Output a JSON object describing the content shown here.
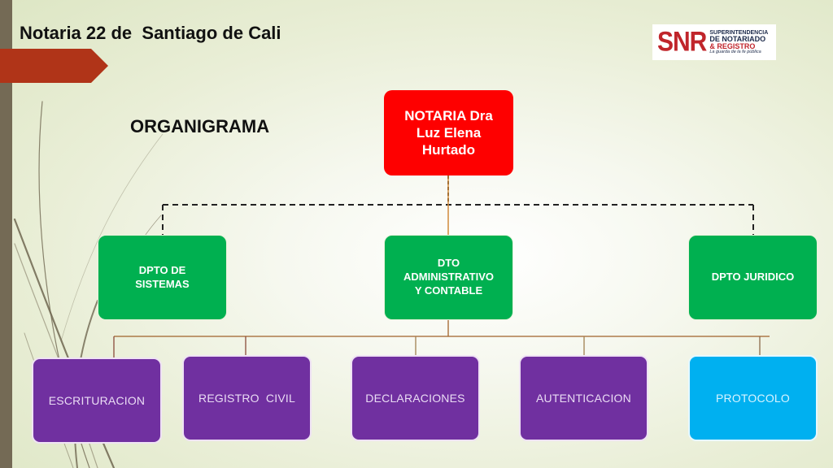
{
  "slide": {
    "title": "Notaria 22 de  Santiago de Cali",
    "subtitle": "ORGANIGRAMA"
  },
  "logo": {
    "mark": "SNR",
    "line1": "SUPERINTENDENCIA",
    "line2": "DE NOTARIADO",
    "line3": "& REGISTRO",
    "line4": "La guarda de la fe pública"
  },
  "org_chart": {
    "root": {
      "label": "NOTARIA Dra Luz Elena Hurtado",
      "lines": [
        "NOTARIA Dra",
        "Luz Elena",
        "Hurtado"
      ],
      "color": "#fe0000"
    },
    "departments": [
      {
        "lines": [
          "DPTO DE",
          "SISTEMAS"
        ],
        "color": "#00b050",
        "connector": "dashed"
      },
      {
        "lines": [
          "DTO",
          "ADMINISTRATIVO",
          "Y CONTABLE"
        ],
        "color": "#00b050",
        "connector": "solid"
      },
      {
        "lines": [
          "DPTO JURIDICO"
        ],
        "color": "#00b050",
        "connector": "dashed"
      }
    ],
    "units": [
      {
        "label": "ESCRITURACION",
        "color": "#7030a0"
      },
      {
        "label": "REGISTRO  CIVIL",
        "color": "#7030a0"
      },
      {
        "label": "DECLARACIONES",
        "color": "#7030a0"
      },
      {
        "label": "AUTENTICACION",
        "color": "#7030a0"
      },
      {
        "label": "PROTOCOLO",
        "color": "#00b0f0"
      }
    ],
    "units_parent": "DTO ADMINISTRATIVO Y CONTABLE"
  }
}
